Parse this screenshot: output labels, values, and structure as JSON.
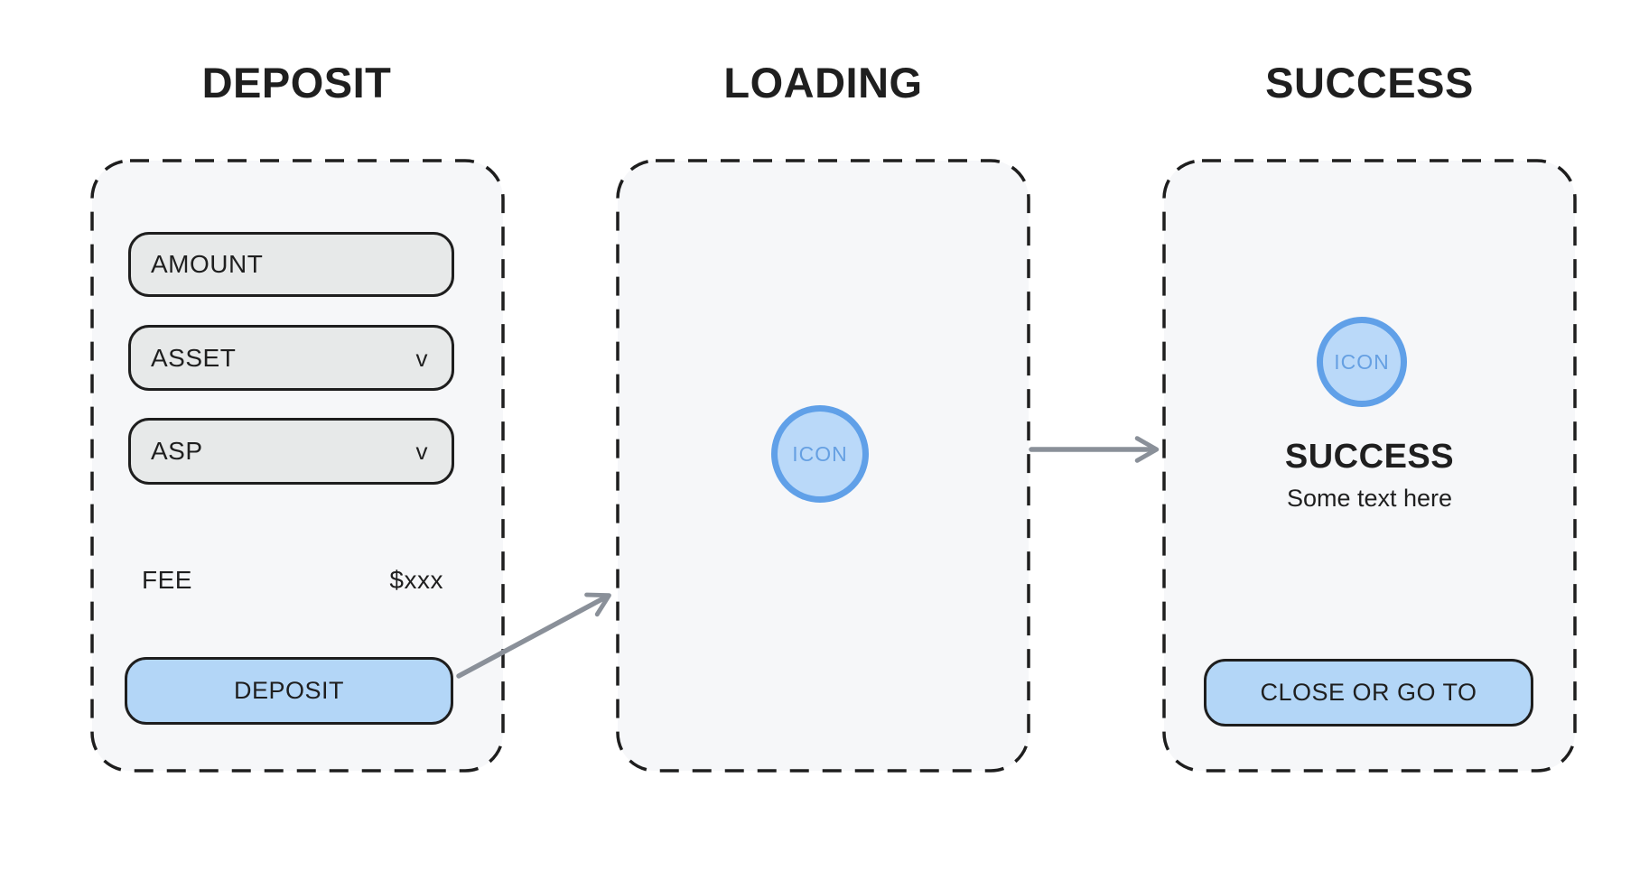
{
  "titles": {
    "deposit": "DEPOSIT",
    "loading": "LOADING",
    "success": "SUCCESS"
  },
  "deposit_panel": {
    "amount_field": {
      "placeholder": "AMOUNT"
    },
    "asset_select": {
      "label": "ASSET",
      "chevron": "v"
    },
    "asp_select": {
      "label": "ASP",
      "chevron": "v"
    },
    "fee_row": {
      "label": "FEE",
      "value": "$xxx"
    },
    "deposit_button": {
      "label": "DEPOSIT"
    }
  },
  "loading_panel": {
    "icon_label": "ICON"
  },
  "success_panel": {
    "icon_label": "ICON",
    "heading": "SUCCESS",
    "subtext": "Some text here",
    "close_button": {
      "label": "CLOSE OR GO TO"
    }
  },
  "colors": {
    "outline": "#1e1e1e",
    "panel_bg": "#f6f7f9",
    "field_bg": "#e7e9e9",
    "accent_fill": "#b3d6f7",
    "icon_ring": "#60a0e8",
    "icon_fill": "#bad9f9",
    "icon_text": "#66a0e2",
    "arrow": "#8a9099",
    "text": "#1f1f1f"
  }
}
